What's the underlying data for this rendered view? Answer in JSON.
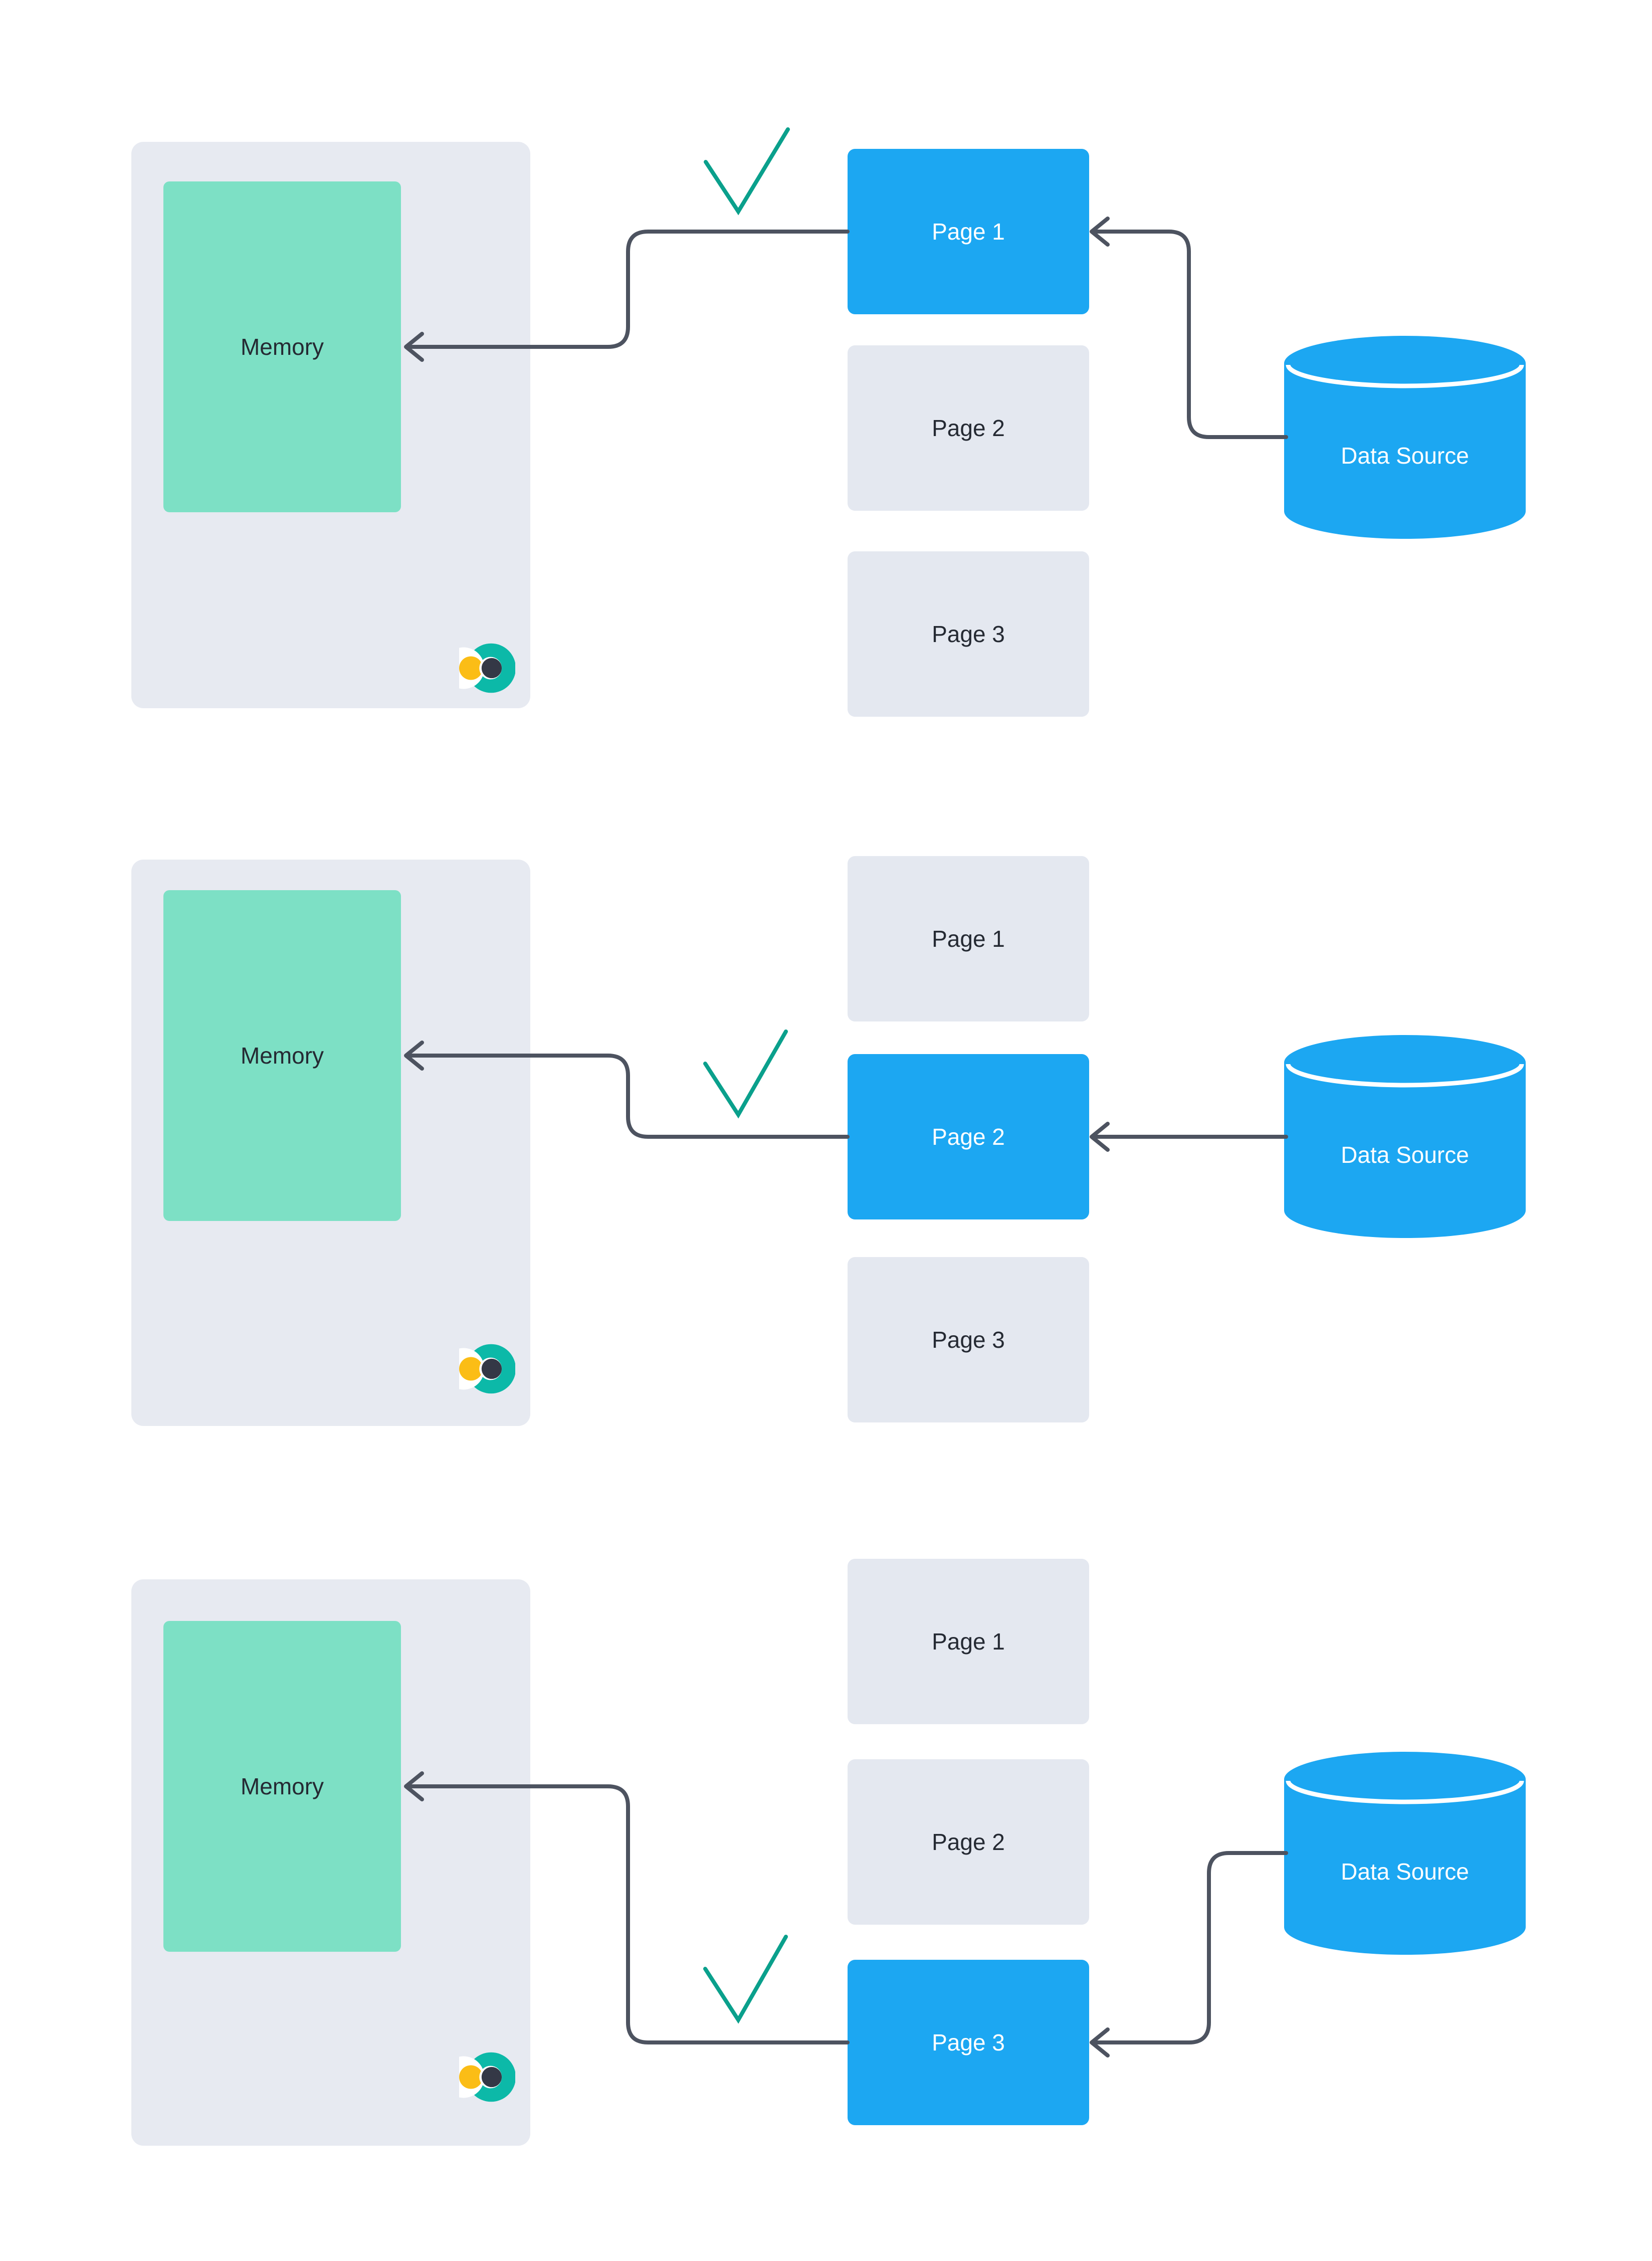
{
  "colors": {
    "bg": "#FFFFFF",
    "blue": "#1CA7F2",
    "panel": "#E7EAF1",
    "page": "#E4E8F0",
    "memory": "#7DE0C5",
    "ink": "#252A33",
    "arrow": "#4D5360",
    "check": "#0AA08C",
    "logo-teal": "#0CB9A8",
    "logo-navy": "#343846",
    "logo-yellow": "#FBBD16",
    "white": "#FFFFFF"
  },
  "icons": {
    "checkmark": "teal-check-stroke",
    "arrow": "left-pointing-open-chevron-connector",
    "logo": "eclipse-dot-crescent-logo",
    "datasource": "database-cylinder"
  },
  "panels": [
    {
      "memory_label": "Memory",
      "datasource_label": "Data Source",
      "pages": [
        {
          "label": "Page 1",
          "active": true
        },
        {
          "label": "Page 2",
          "active": false
        },
        {
          "label": "Page 3",
          "active": false
        }
      ]
    },
    {
      "memory_label": "Memory",
      "datasource_label": "Data Source",
      "pages": [
        {
          "label": "Page 1",
          "active": false
        },
        {
          "label": "Page 2",
          "active": true
        },
        {
          "label": "Page 3",
          "active": false
        }
      ]
    },
    {
      "memory_label": "Memory",
      "datasource_label": "Data Source",
      "pages": [
        {
          "label": "Page 1",
          "active": false
        },
        {
          "label": "Page 2",
          "active": false
        },
        {
          "label": "Page 3",
          "active": true
        }
      ]
    }
  ]
}
